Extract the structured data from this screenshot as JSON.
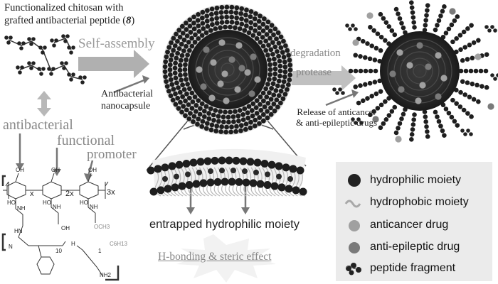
{
  "title_line1": "Functionalized chitosan with",
  "title_line2_prefix": "grafted antibacterial peptide (",
  "title_line2_num": "8",
  "title_line2_suffix": ")",
  "self_assembly": "Self-assembly",
  "antibacterial_nanocapsule_line1": "Antibacterial",
  "antibacterial_nanocapsule_line2": "nanocapsule",
  "label_antibacterial": "antibacterial",
  "label_functional": "functional",
  "label_promoter": "promoter",
  "degradation": "degradation",
  "protease": "protease",
  "release_text": "Release of anticancer & anti-epileptic drugs",
  "entrapped": "entrapped hydrophilic moiety",
  "hbonding": "H-bonding & steric effect",
  "structure": {
    "sub_x": "x",
    "sub_2x": "2x",
    "sub_3x": "3x",
    "oh1": "OH",
    "oh2": "OH",
    "oh3": "OH",
    "ho1": "HO",
    "ho2": "HO",
    "ho3": "HO",
    "nh1": "NH",
    "nh2": "NH",
    "nh3": "NH",
    "och3": "OCH3",
    "oh_acid": "OH",
    "hn": "HN",
    "n_amide": "N",
    "h_amide": "H",
    "n10": "10",
    "n1": "1",
    "c6h13": "C6H13",
    "nh2_end": "NH2"
  },
  "legend": [
    {
      "label": "hydrophilic moiety",
      "swatch": "dark-circle",
      "color": "#222222"
    },
    {
      "label": "hydrophobic moiety",
      "swatch": "wave",
      "color": "#aaaaaa"
    },
    {
      "label": "anticancer drug",
      "swatch": "light-circle",
      "color": "#9a9a9a"
    },
    {
      "label": "anti-epileptic drug",
      "swatch": "mid-circle",
      "color": "#7a7a7a"
    },
    {
      "label": "peptide fragment",
      "swatch": "peptide",
      "color": "#222222"
    }
  ]
}
